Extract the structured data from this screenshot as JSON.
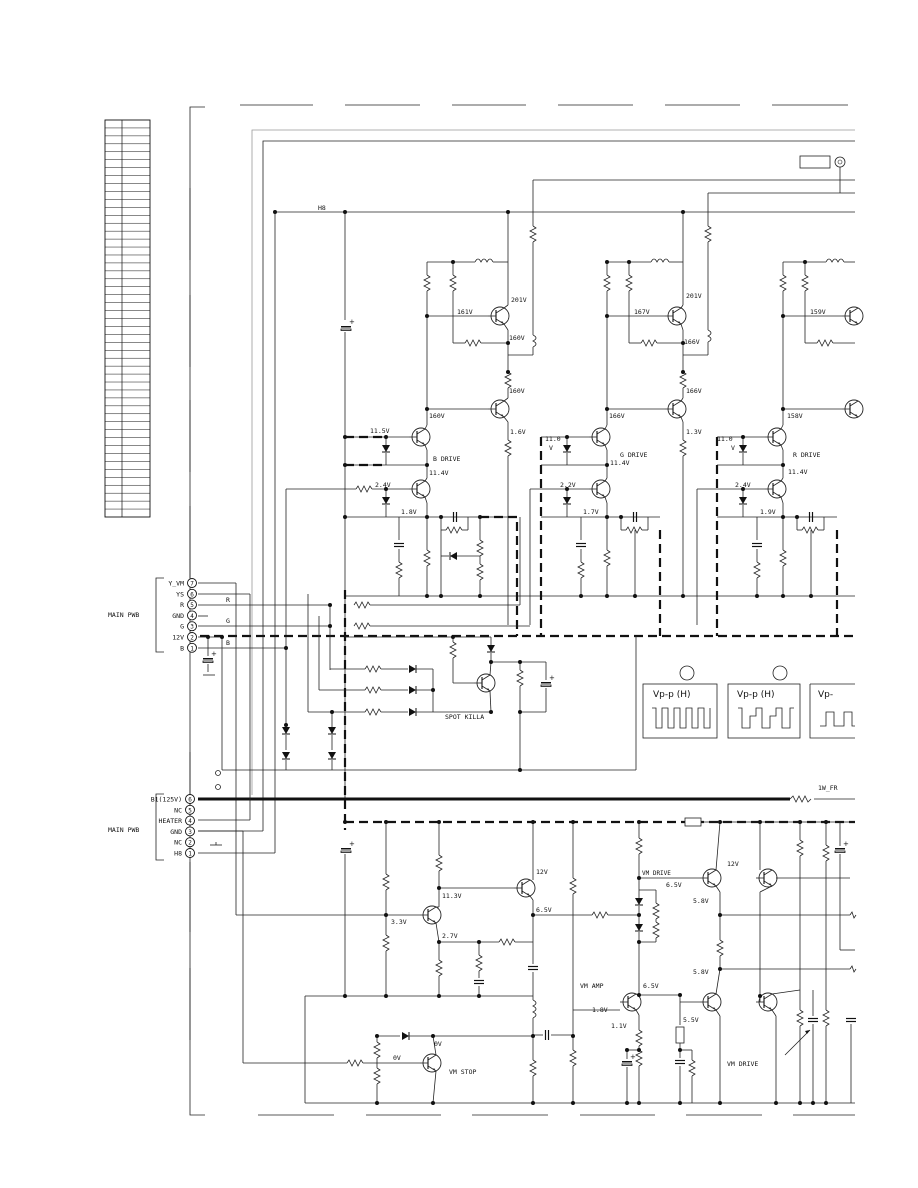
{
  "connectors": {
    "top": {
      "board_label": "MAIN PWB",
      "pins": [
        {
          "name": "Y_VM",
          "num": "7"
        },
        {
          "name": "YS",
          "num": "6"
        },
        {
          "name": "R",
          "num": "5"
        },
        {
          "name": "GND",
          "num": "4"
        },
        {
          "name": "G",
          "num": "3"
        },
        {
          "name": "12V",
          "num": "2"
        },
        {
          "name": "B",
          "num": "1"
        }
      ],
      "wire_labels": [
        "R",
        "G",
        "B"
      ]
    },
    "bottom": {
      "board_label": "MAIN PWB",
      "pins": [
        {
          "name": "B1(125V)",
          "num": "6"
        },
        {
          "name": "NC",
          "num": "5"
        },
        {
          "name": "HEATER",
          "num": "4"
        },
        {
          "name": "GND",
          "num": "3"
        },
        {
          "name": "NC",
          "num": "2"
        },
        {
          "name": "H8",
          "num": "1"
        }
      ]
    }
  },
  "nets": {
    "h8": "H8",
    "flyback": "1W_FR"
  },
  "stages": {
    "b": {
      "collector_v": "201V",
      "base_v": "161V",
      "mid_v": "160V",
      "emitter_v": "160V",
      "top_v": "160V",
      "drive_v": "11.5V",
      "drive_label": "B DRIVE",
      "out_v": "11.4V",
      "in_v": "2.4V",
      "low_v": "1.8V",
      "sense_v": "1.6V"
    },
    "g": {
      "collector_v": "201V",
      "base_v": "167V",
      "mid_v": "166V",
      "emitter_v": "166V",
      "top_v": "166V",
      "drive_v_a": "11.0",
      "drive_v_b": "V",
      "drive_label": "G DRIVE",
      "out_v": "11.4V",
      "in_v": "2.2V",
      "low_v": "1.7V",
      "sense_v": "1.3V"
    },
    "r": {
      "base_v": "159V",
      "top_v": "158V",
      "drive_v_a": "11.0",
      "drive_v_b": "V",
      "drive_label": "R DRIVE",
      "out_v": "11.4V",
      "in_v": "2.4V",
      "low_v": "1.9V"
    }
  },
  "spot_killer": {
    "label": "SPOT KILLA"
  },
  "waveforms": [
    {
      "label": "Vp-p (H)"
    },
    {
      "label": "Vp-p (H)"
    },
    {
      "label": "Vp-"
    }
  ],
  "vm": {
    "v_12_a": "12V",
    "v_113": "11.3V",
    "v_65_a": "6.5V",
    "v_33": "3.3V",
    "v_27": "2.7V",
    "vm_drive_small": "VM DRIVE",
    "v_65_b": "6.5V",
    "v_12_b": "12V",
    "v_58_a": "5.8V",
    "v_58_b": "5.8V",
    "vm_amp": "VM AMP",
    "v_65_c": "6.5V",
    "v_18": "1.8V",
    "v_11": "1.1V",
    "v_55": "5.5V",
    "v_0_a": "0V",
    "v_0_b": "0V",
    "vm_stop": "VM STOP",
    "vm_drive": "VM DRIVE"
  },
  "table": {
    "rows": 50
  }
}
